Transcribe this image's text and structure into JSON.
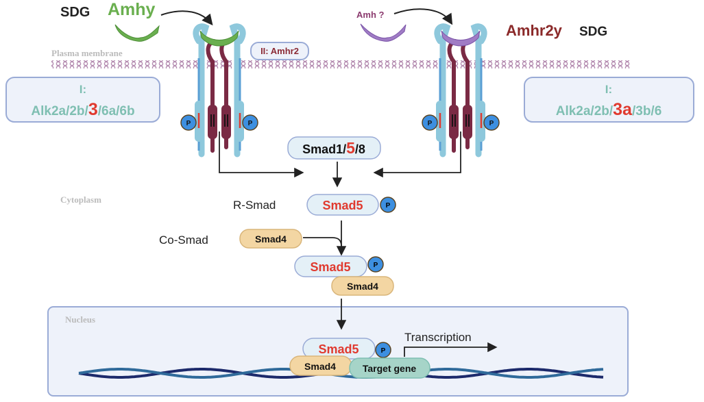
{
  "left": {
    "sdg_label": "SDG",
    "ligand_label": "Amhy",
    "type2_label": "II: Amhr2",
    "type1_title": "I:",
    "type1_pre": "Alk2a/2b/",
    "type1_highlight": "3",
    "type1_post": "/6a/6b"
  },
  "right": {
    "ligand_label": "Amh ?",
    "receptor_label": "Amhr2y",
    "sdg_label": "SDG",
    "type1_title": "I:",
    "type1_pre": "Alk2a/2b/",
    "type1_highlight": "3a",
    "type1_post": "/3b/6"
  },
  "receptor_marks": {
    "phospho": "P",
    "type1": "I",
    "type2": "II"
  },
  "compartments": {
    "membrane": "Plasma membrane",
    "cytoplasm": "Cytoplasm",
    "nucleus": "Nucleus"
  },
  "smad158": {
    "pre": "Smad1/",
    "highlight": "5",
    "post": "/8"
  },
  "rsmad": {
    "label": "R-Smad",
    "protein": "Smad5"
  },
  "cosmad": {
    "label": "Co-Smad",
    "protein": "Smad4"
  },
  "complex": {
    "smad5": "Smad5",
    "smad4": "Smad4"
  },
  "nuclear": {
    "smad5": "Smad5",
    "smad4": "Smad4",
    "target": "Target gene",
    "transcription": "Transcription"
  },
  "colors": {
    "green": "#6aaf4f",
    "purple": "#a07cc5",
    "teal": "#7fbfb2",
    "red": "#e03a2f",
    "darkred": "#8b2a34",
    "phospho": "#3d8fe0",
    "box_fill": "#eef2fa",
    "box_stroke": "#9aabd6"
  }
}
